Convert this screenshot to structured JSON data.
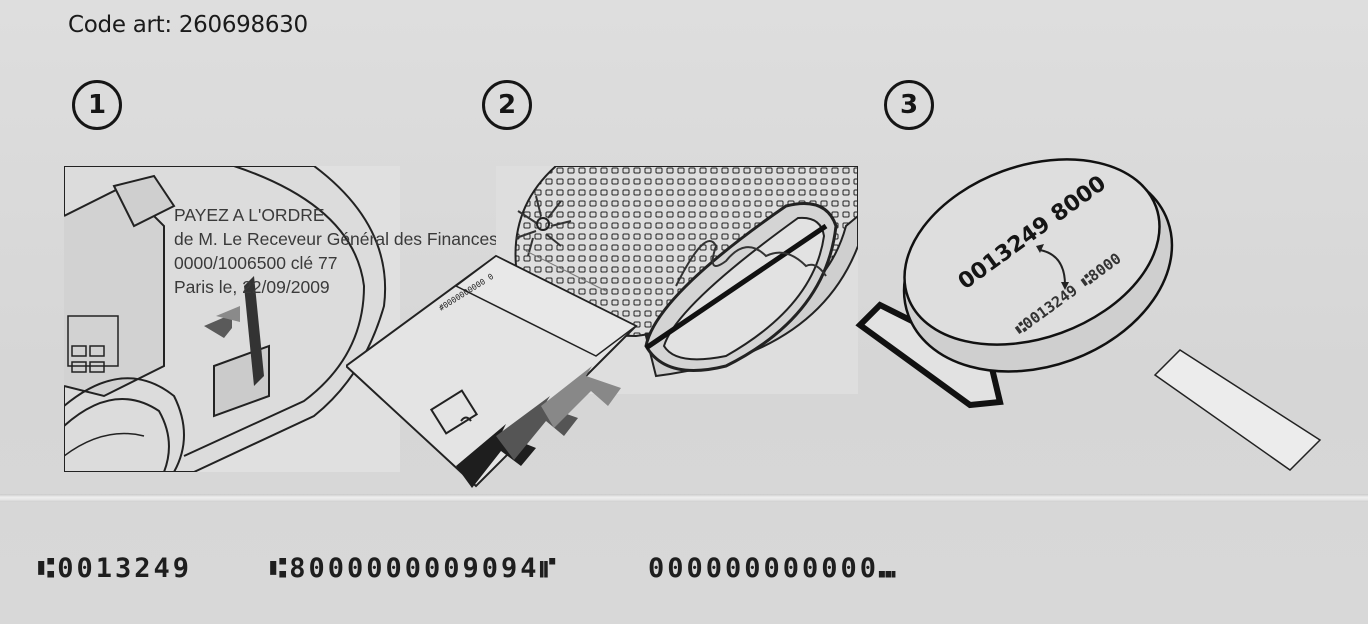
{
  "header": {
    "code_art": "Code art: 260698630"
  },
  "steps": [
    {
      "number": "1"
    },
    {
      "number": "2"
    },
    {
      "number": "3"
    }
  ],
  "payee_block": {
    "line1": "PAYEZ A L'ORDRE",
    "line2": "de M. Le Receveur Général des Finances",
    "line3": "0000/1006500 clé 77",
    "line4": "Paris le, 22/09/2009"
  },
  "card_stripe": "#0000000000 0",
  "magnifier": {
    "magnified_code": "0013249 8000",
    "micr_code": "⑆0013249 ⑆8000"
  },
  "micr_line": {
    "group1": "⑆0013249",
    "group2": "⑆8000000009094⑈",
    "group3": "000000000000⑉"
  },
  "colors": {
    "paper": "#d9d9d9",
    "ink": "#151515",
    "arrow_dark": "#1e1e1e",
    "arrow_mid": "#555555",
    "arrow_light": "#888888"
  }
}
